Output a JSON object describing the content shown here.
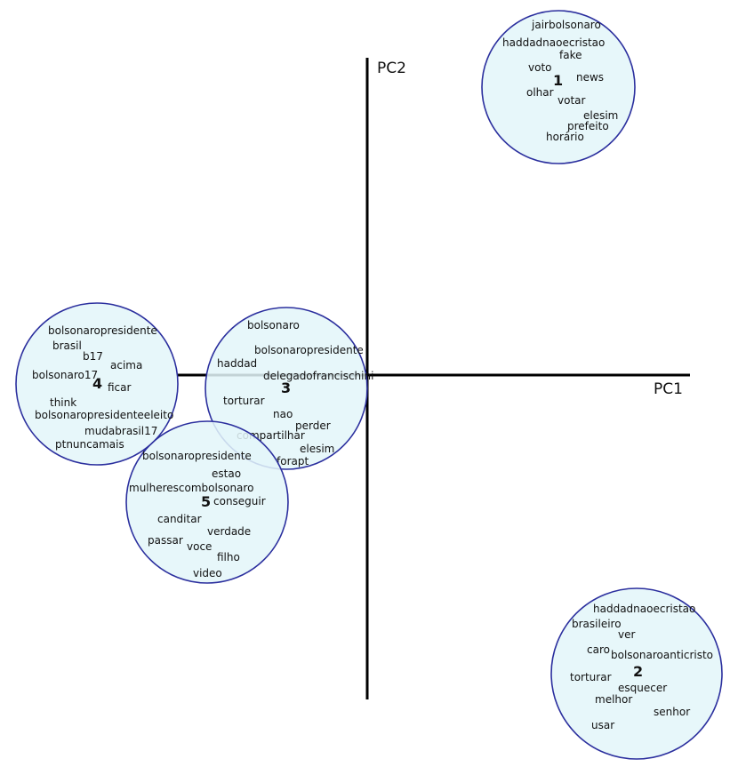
{
  "axes": {
    "pc1_label": "PC1",
    "pc2_label": "PC2"
  },
  "colors": {
    "circle_fill": "#e3f6f9",
    "circle_stroke": "#2b2f9e",
    "axis": "#000000"
  },
  "clusters": [
    {
      "id": "1",
      "words": [
        "jairbolsonaro",
        "haddadnaoecristao",
        "fake",
        "voto",
        "news",
        "olhar",
        "votar",
        "elesim",
        "prefeito",
        "horário"
      ]
    },
    {
      "id": "2",
      "words": [
        "haddadnaoecristao",
        "brasileiro",
        "ver",
        "caro",
        "bolsonaroanticristo",
        "torturar",
        "esquecer",
        "melhor",
        "senhor",
        "usar"
      ]
    },
    {
      "id": "3",
      "words": [
        "bolsonaro",
        "bolsonaropresidente",
        "haddad",
        "delegadofrancischini",
        "torturar",
        "nao",
        "perder",
        "compartilhar",
        "elesim",
        "forapt"
      ]
    },
    {
      "id": "4",
      "words": [
        "bolsonaropresidente",
        "brasil",
        "b17",
        "acima",
        "bolsonaro17",
        "ficar",
        "think",
        "bolsonaropresidenteeleito",
        "mudabrasil17",
        "ptnuncamais"
      ]
    },
    {
      "id": "5",
      "words": [
        "bolsonaropresidente",
        "estao",
        "mulherescombolsonaro",
        "conseguir",
        "canditar",
        "verdade",
        "passar",
        "voce",
        "filho",
        "video"
      ]
    }
  ]
}
